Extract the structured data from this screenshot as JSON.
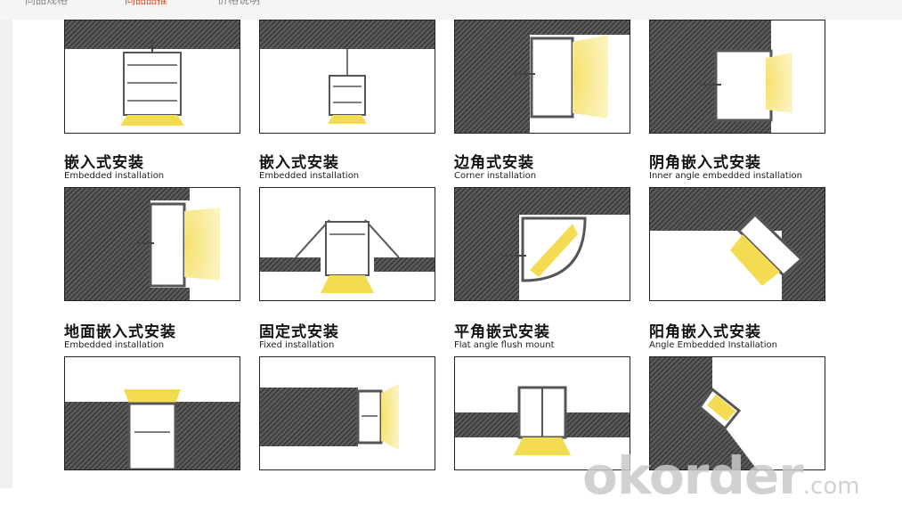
{
  "header": {
    "tabs": [
      {
        "label": "同品规格"
      },
      {
        "label": "同品品推"
      },
      {
        "label": "价格说明"
      }
    ]
  },
  "diagrams": [
    {
      "zh": "嵌入式安装",
      "en": "Embedded installation"
    },
    {
      "zh": "嵌入式安装",
      "en": "Embedded installation"
    },
    {
      "zh": "边角式安装",
      "en": "Corner installation"
    },
    {
      "zh": "阴角嵌入式安装",
      "en": "Inner angle embedded installation"
    },
    {
      "zh": "地面嵌入式安装",
      "en": "Embedded installation"
    },
    {
      "zh": "固定式安装",
      "en": "Fixed installation"
    },
    {
      "zh": "平角嵌式安装",
      "en": "Flat angle flush mount"
    },
    {
      "zh": "阳角嵌入式安装",
      "en": "Angle Embedded Installation"
    }
  ],
  "watermark": {
    "brand": "okorder",
    "suffix": ".com"
  },
  "colors": {
    "hatch": "#3a3a3a",
    "light": "#f2d84a",
    "profile": "#555555",
    "background": "#ffffff"
  }
}
